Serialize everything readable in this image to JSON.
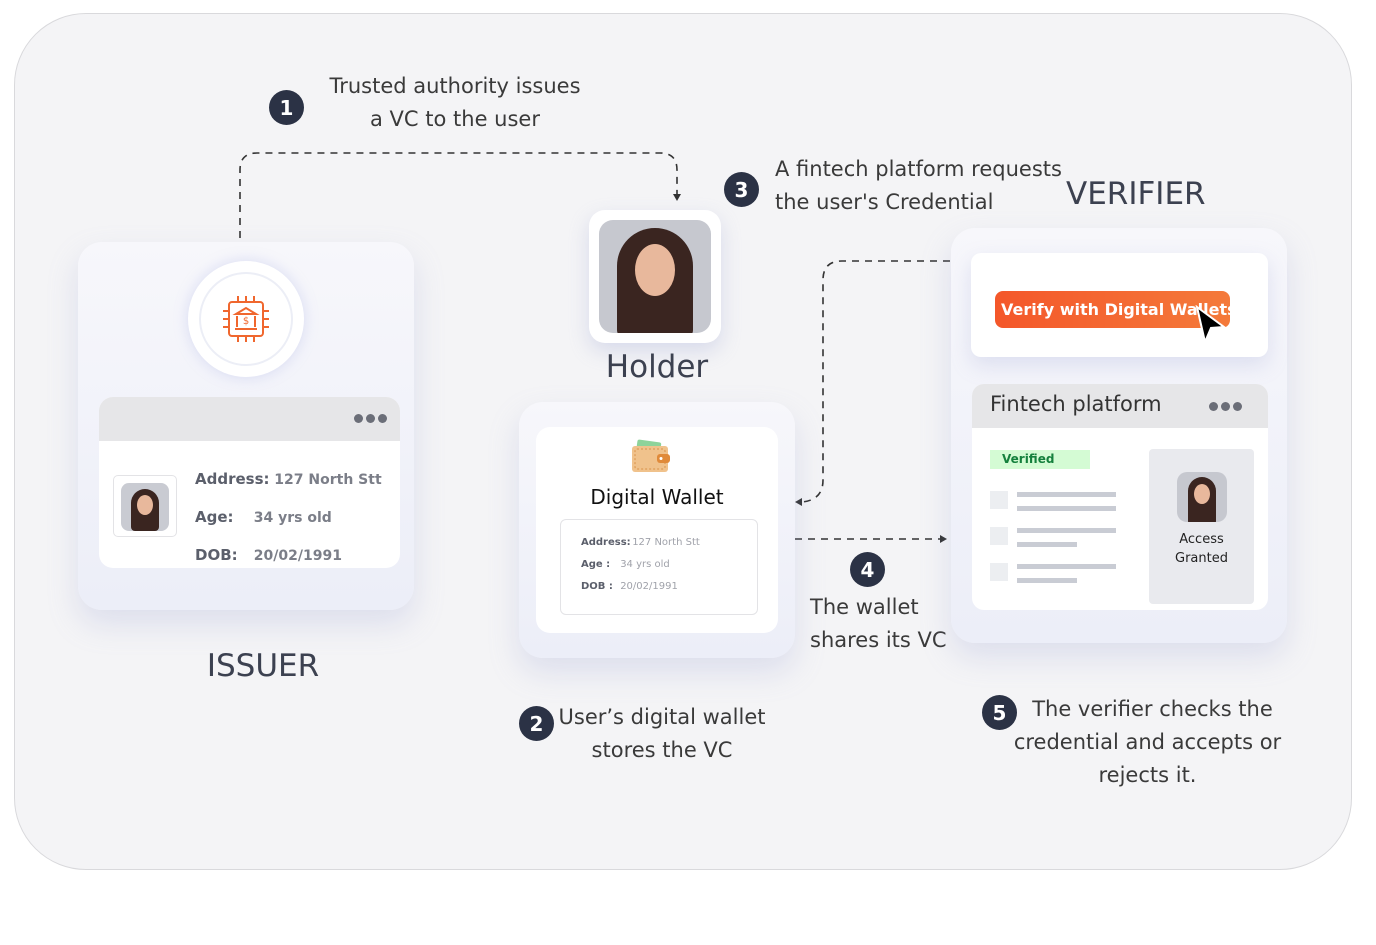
{
  "steps": [
    {
      "num": "1",
      "lines": [
        "Trusted authority issues",
        "a VC to the user"
      ]
    },
    {
      "num": "2",
      "lines": [
        "User’s digital wallet",
        "stores the VC"
      ]
    },
    {
      "num": "3",
      "lines": [
        "A fintech platform requests",
        "the user's Credential"
      ]
    },
    {
      "num": "4",
      "lines": [
        "The wallet",
        "shares its VC"
      ]
    },
    {
      "num": "5",
      "lines": [
        "The verifier checks the",
        "credential and accepts or",
        "rejects it."
      ]
    }
  ],
  "issuer": {
    "title": "ISSUER",
    "icon": "bank-circuit-icon",
    "fields": [
      {
        "label": "Address:",
        "value": "127 North Stt"
      },
      {
        "label": "Age:",
        "value": "34 yrs old"
      },
      {
        "label": "DOB:",
        "value": "20/02/1991"
      }
    ]
  },
  "holder": {
    "title": "Holder"
  },
  "wallet": {
    "title": "Digital Wallet",
    "icon": "wallet-icon",
    "fields": [
      {
        "label": "Address:",
        "value": "127 North Stt"
      },
      {
        "label": "Age :",
        "value": "34 yrs old"
      },
      {
        "label": "DOB :",
        "value": "20/02/1991"
      }
    ]
  },
  "verifier": {
    "title": "VERIFIER",
    "button": "Verify with Digital Wallets",
    "platform": "Fintech platform",
    "verified": "Verified",
    "access": [
      "Access",
      "Granted"
    ]
  },
  "colors": {
    "accent": "#f2622e",
    "badge": "#2b3245",
    "verified_bg": "#d4fbd4",
    "verified_text": "#15803d"
  }
}
